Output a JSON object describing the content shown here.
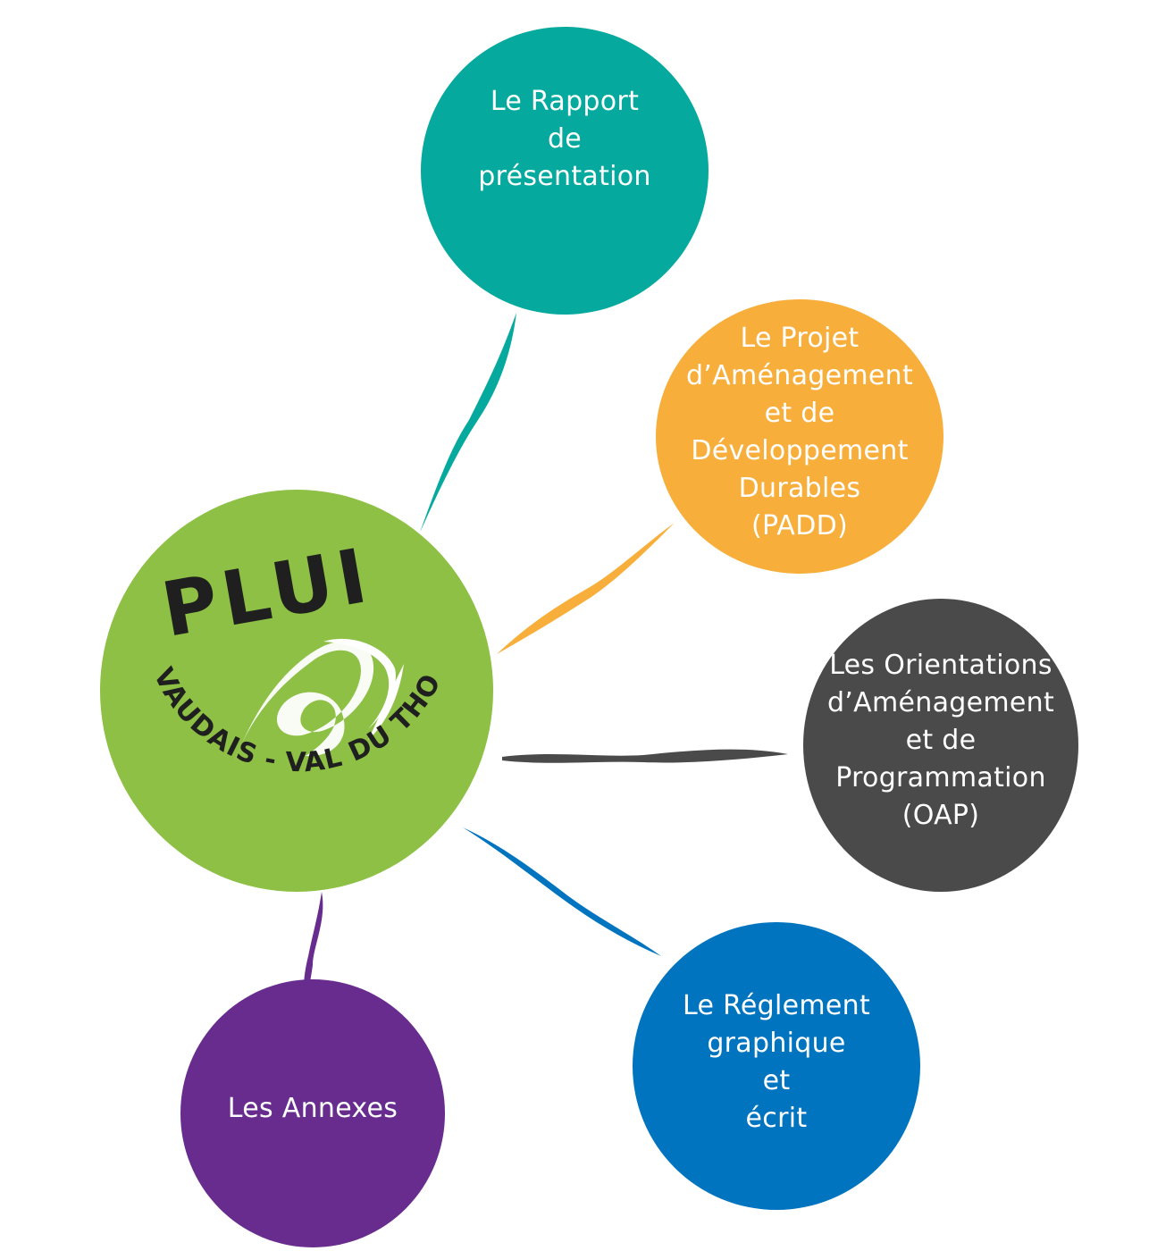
{
  "logo": {
    "title": "PLUI",
    "subtitle": "AIRVAUDAIS - VAL DU THOUET",
    "color": "#8DC044"
  },
  "nodes": [
    {
      "id": "rapport",
      "label": "Le Rapport\nde\nprésentation",
      "color": "#05A99D"
    },
    {
      "id": "padd",
      "label": "Le Projet\nd’Aménagement\net de\nDéveloppement\nDurables\n(PADD)",
      "color": "#F8AE3B"
    },
    {
      "id": "oap",
      "label": "Les Orientations\nd’Aménagement\net de\nProgrammation\n(OAP)",
      "color": "#4A4A4A"
    },
    {
      "id": "reglement",
      "label": "Le Réglement\ngraphique\net\nécrit",
      "color": "#0174C0"
    },
    {
      "id": "annexes",
      "label": "Les Annexes",
      "color": "#672C8E"
    }
  ]
}
